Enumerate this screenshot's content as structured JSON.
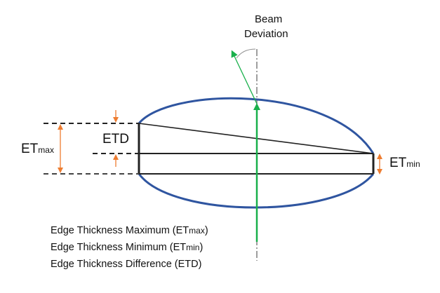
{
  "labels": {
    "beam": "Beam",
    "deviation": "Deviation",
    "etd": "ETD",
    "etmax_main": "ET",
    "etmax_sub": "max",
    "etmin_main": "ET",
    "etmin_sub": "min"
  },
  "legend": [
    {
      "text": "Edge Thickness Maximum (ET",
      "sub": "max",
      "end": ")"
    },
    {
      "text": "Edge Thickness Minimum (ET",
      "sub": "min",
      "end": ")"
    },
    {
      "text": "Edge Thickness Difference (ETD)",
      "sub": "",
      "end": ""
    }
  ],
  "colors": {
    "lens": "#2f55a0",
    "beam": "#19b04b",
    "arrow": "#ed7d31",
    "axis": "#7f7f7f",
    "line": "#222222"
  }
}
